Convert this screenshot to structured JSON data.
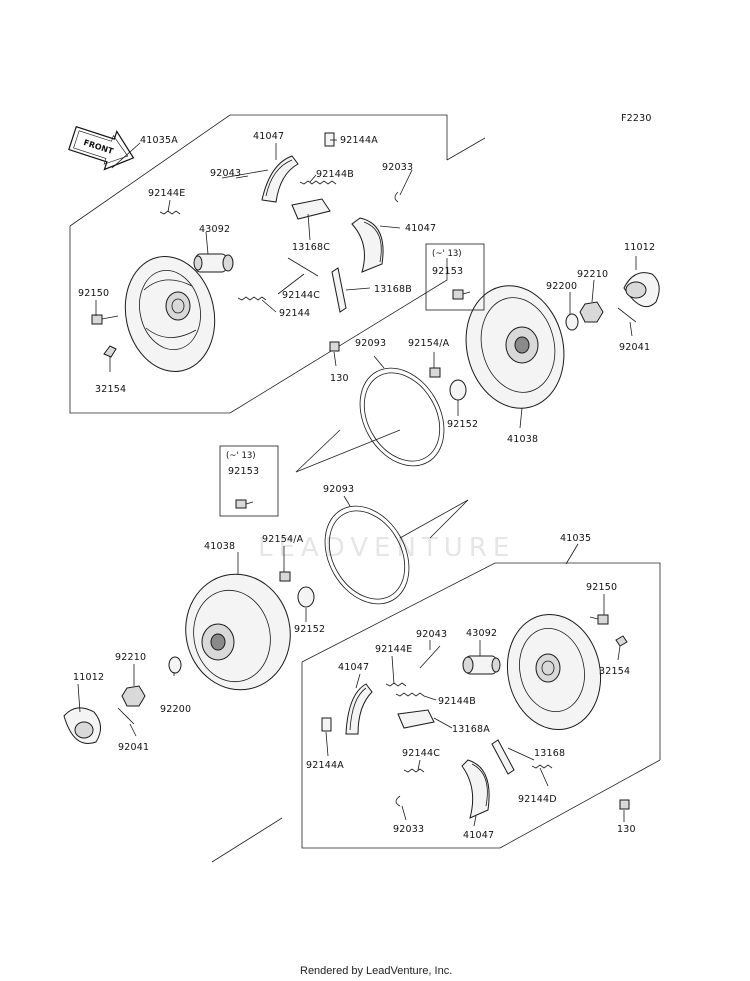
{
  "figure_code": "F2230",
  "front_arrow_label": "FRONT",
  "watermark": "LEADVENTURE",
  "footer": "Rendered by LeadVenture, Inc.",
  "serial_note": "(~' 13)",
  "upper_labels": {
    "l41035A": "41035A",
    "l41047_top": "41047",
    "l92144A": "92144A",
    "l92043": "92043",
    "l92144B": "92144B",
    "l92033": "92033",
    "l92144E": "92144E",
    "l43092": "43092",
    "l13168C": "13168C",
    "l41047_right": "41047",
    "l92144C": "92144C",
    "l13168B": "13168B",
    "l92144": "92144",
    "l92150": "92150",
    "l32154": "32154",
    "l130": "130",
    "l92093": "92093",
    "l92154A": "92154/A",
    "l92152": "92152",
    "l41038": "41038",
    "l92153": "92153",
    "l92200": "92200",
    "l92210": "92210",
    "l11012": "11012",
    "l92041": "92041"
  },
  "lower_labels": {
    "l92153": "92153",
    "l92093": "92093",
    "l41038": "41038",
    "l92154A": "92154/A",
    "l92152": "92152",
    "l41035": "41035",
    "l92150": "92150",
    "l92043": "92043",
    "l43092": "43092",
    "l92144E": "92144E",
    "l41047_top": "41047",
    "l92144B": "92144B",
    "l13168A": "13168A",
    "l92210": "92210",
    "l11012": "11012",
    "l92200": "92200",
    "l92041": "92041",
    "l32154": "32154",
    "l92144A": "92144A",
    "l92144C": "92144C",
    "l13168": "13168",
    "l92144D": "92144D",
    "l92033": "92033",
    "l41047_bot": "41047",
    "l130": "130"
  }
}
